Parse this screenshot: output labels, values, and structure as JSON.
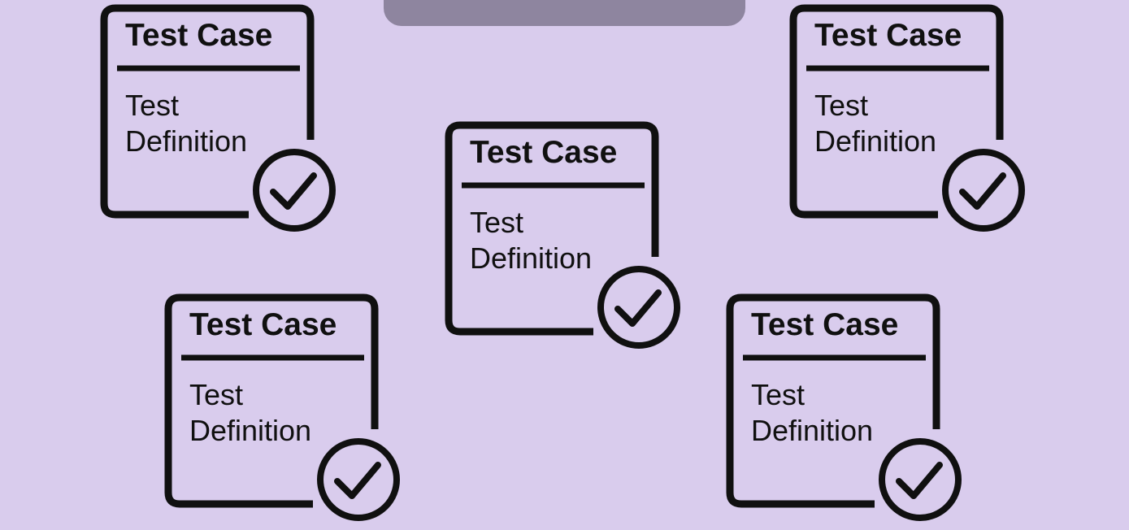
{
  "diagram": {
    "cards": [
      {
        "title": "Test Case",
        "line1": "Test",
        "line2": "Definition"
      },
      {
        "title": "Test Case",
        "line1": "Test",
        "line2": "Definition"
      },
      {
        "title": "Test Case",
        "line1": "Test",
        "line2": "Definition"
      },
      {
        "title": "Test Case",
        "line1": "Test",
        "line2": "Definition"
      },
      {
        "title": "Test Case",
        "line1": "Test",
        "line2": "Definition"
      }
    ],
    "colors": {
      "background": "#d9cced",
      "tab": "#8e859f",
      "ink": "#101010"
    },
    "icons": [
      "check-circle-icon"
    ]
  }
}
